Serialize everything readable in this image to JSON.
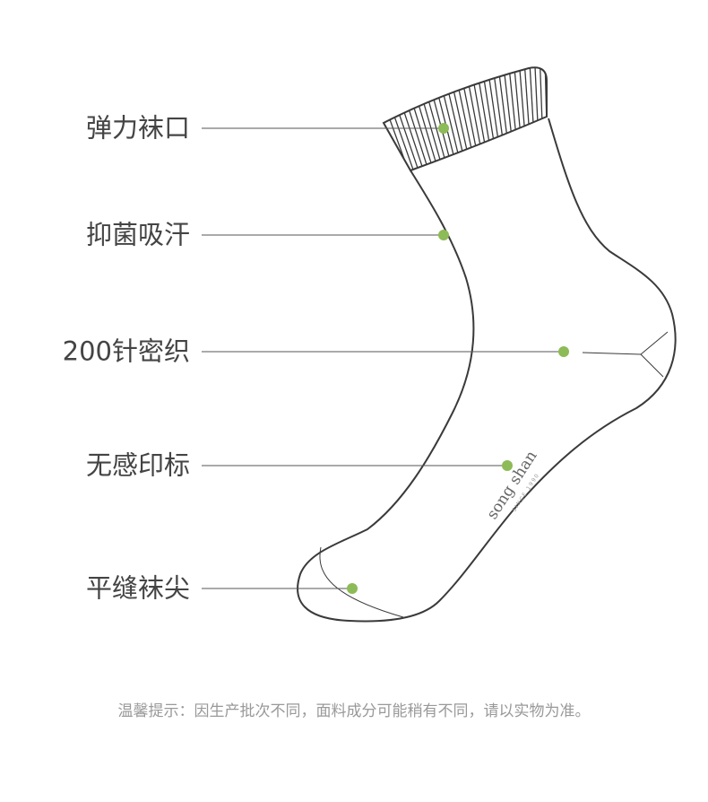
{
  "features": [
    {
      "label": "弹力袜口"
    },
    {
      "label": "抑菌吸汗"
    },
    {
      "label": "200针密织"
    },
    {
      "label": "无感印标"
    },
    {
      "label": "平缝袜尖"
    }
  ],
  "brand": {
    "name": "song shan",
    "tagline": "SINCE 1990"
  },
  "footer_note": "温馨提示：因生产批次不同，面料成分可能稍有不同，请以实物为准。",
  "colors": {
    "dot": "#8dbb57",
    "outline": "#3a3a3a",
    "leader": "#555555",
    "text": "#444444",
    "note": "#999999"
  }
}
